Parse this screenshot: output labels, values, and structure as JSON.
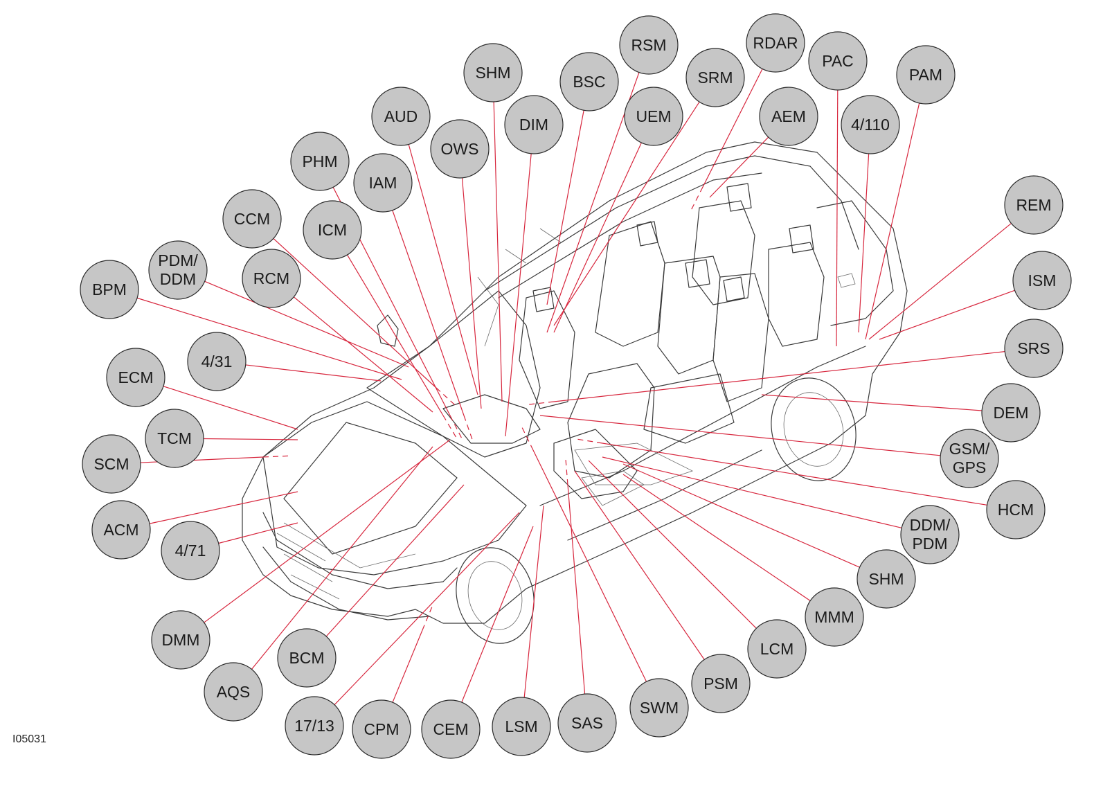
{
  "figure_id": "I05031",
  "colors": {
    "leader": "#d7263d",
    "node_fill": "#c6c6c6",
    "node_stroke": "#2b2b2b",
    "outline": "#3a3a3a"
  },
  "modules": [
    {
      "id": "rsm",
      "label": "RSM"
    },
    {
      "id": "rdar",
      "label": "RDAR"
    },
    {
      "id": "pac",
      "label": "PAC"
    },
    {
      "id": "pam",
      "label": "PAM"
    },
    {
      "id": "shm-top",
      "label": "SHM"
    },
    {
      "id": "bsc",
      "label": "BSC"
    },
    {
      "id": "srm",
      "label": "SRM"
    },
    {
      "id": "aud",
      "label": "AUD"
    },
    {
      "id": "dim",
      "label": "DIM"
    },
    {
      "id": "uem",
      "label": "UEM"
    },
    {
      "id": "aem",
      "label": "AEM"
    },
    {
      "id": "4-110",
      "label": "4/110"
    },
    {
      "id": "ows",
      "label": "OWS"
    },
    {
      "id": "phm",
      "label": "PHM"
    },
    {
      "id": "iam",
      "label": "IAM"
    },
    {
      "id": "ccm",
      "label": "CCM"
    },
    {
      "id": "icm",
      "label": "ICM"
    },
    {
      "id": "rem",
      "label": "REM"
    },
    {
      "id": "pdm-ddm",
      "label": "PDM/\nDDM"
    },
    {
      "id": "rcm",
      "label": "RCM"
    },
    {
      "id": "bpm",
      "label": "BPM"
    },
    {
      "id": "ism",
      "label": "ISM"
    },
    {
      "id": "srs",
      "label": "SRS"
    },
    {
      "id": "4-31",
      "label": "4/31"
    },
    {
      "id": "ecm",
      "label": "ECM"
    },
    {
      "id": "dem",
      "label": "DEM"
    },
    {
      "id": "tcm",
      "label": "TCM"
    },
    {
      "id": "gsm-gps",
      "label": "GSM/\nGPS"
    },
    {
      "id": "scm",
      "label": "SCM"
    },
    {
      "id": "hcm",
      "label": "HCM"
    },
    {
      "id": "acm",
      "label": "ACM"
    },
    {
      "id": "ddm-pdm",
      "label": "DDM/\nPDM"
    },
    {
      "id": "4-71",
      "label": "4/71"
    },
    {
      "id": "shm-right",
      "label": "SHM"
    },
    {
      "id": "mmm",
      "label": "MMM"
    },
    {
      "id": "dmm",
      "label": "DMM"
    },
    {
      "id": "lcm",
      "label": "LCM"
    },
    {
      "id": "bcm",
      "label": "BCM"
    },
    {
      "id": "psm",
      "label": "PSM"
    },
    {
      "id": "aqs",
      "label": "AQS"
    },
    {
      "id": "swm",
      "label": "SWM"
    },
    {
      "id": "sas",
      "label": "SAS"
    },
    {
      "id": "17-13",
      "label": "17/13"
    },
    {
      "id": "cpm",
      "label": "CPM"
    },
    {
      "id": "cem",
      "label": "CEM"
    },
    {
      "id": "lsm",
      "label": "LSM"
    }
  ]
}
